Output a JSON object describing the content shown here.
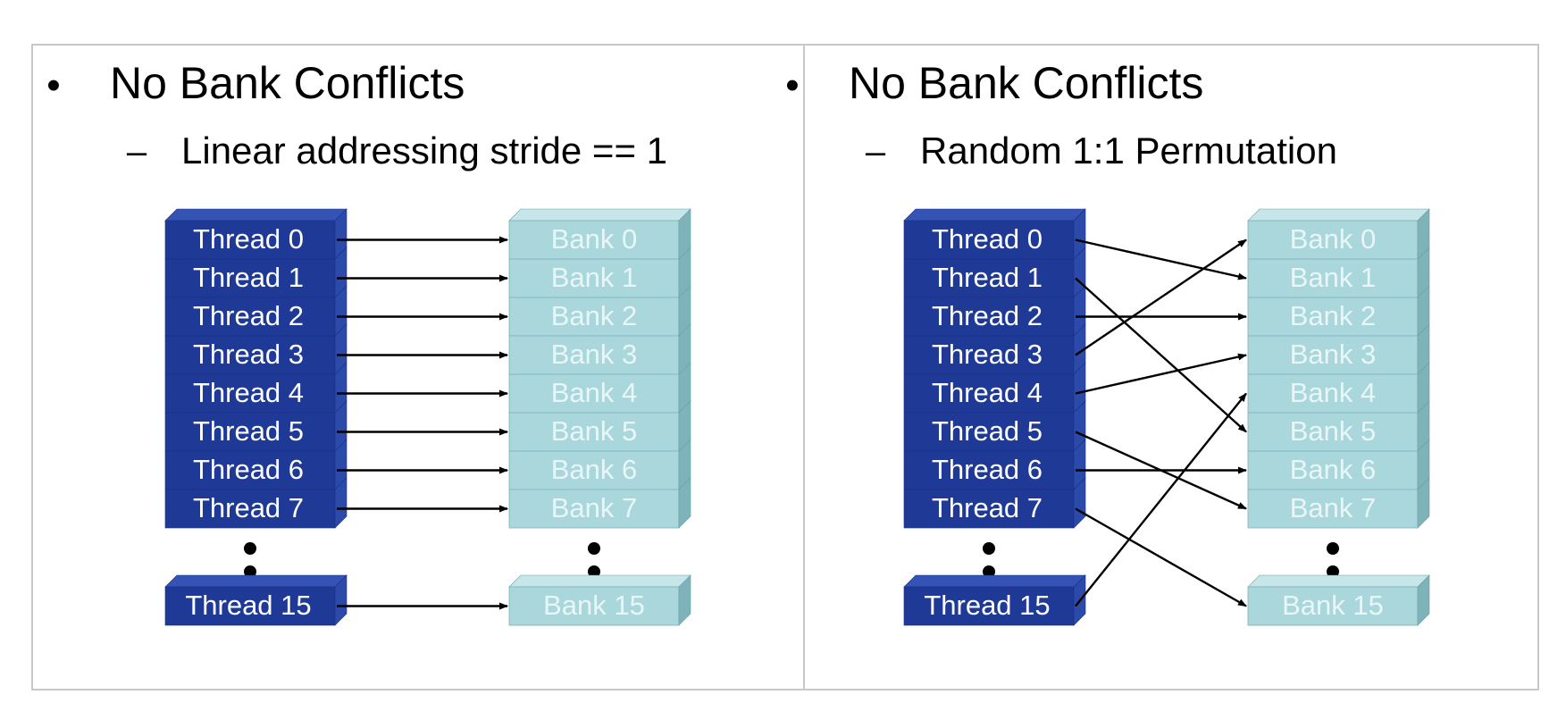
{
  "panels": [
    {
      "bullet": "•",
      "title": "No Bank Conflicts",
      "dash": "–",
      "subtitle": "Linear addressing stride == 1",
      "threads": [
        "Thread 0",
        "Thread 1",
        "Thread 2",
        "Thread 3",
        "Thread 4",
        "Thread 5",
        "Thread 6",
        "Thread 7"
      ],
      "last_thread": "Thread 15",
      "banks": [
        "Bank 0",
        "Bank 1",
        "Bank 2",
        "Bank 3",
        "Bank 4",
        "Bank 5",
        "Bank 6",
        "Bank 7"
      ],
      "last_bank": "Bank 15",
      "mapping": [
        0,
        1,
        2,
        3,
        4,
        5,
        6,
        7
      ],
      "last_mapping": 15
    },
    {
      "bullet": "•",
      "title": "No Bank Conflicts",
      "dash": "–",
      "subtitle": "Random 1:1 Permutation",
      "threads": [
        "Thread 0",
        "Thread 1",
        "Thread 2",
        "Thread 3",
        "Thread 4",
        "Thread 5",
        "Thread 6",
        "Thread 7"
      ],
      "last_thread": "Thread 15",
      "banks": [
        "Bank 0",
        "Bank 1",
        "Bank 2",
        "Bank 3",
        "Bank 4",
        "Bank 5",
        "Bank 6",
        "Bank 7"
      ],
      "last_bank": "Bank 15",
      "mapping": [
        1,
        5,
        2,
        0,
        3,
        7,
        6,
        15
      ],
      "last_mapping": 4
    }
  ],
  "colors": {
    "thread_fill": "#1f3a96",
    "thread_side": "#2c4aaa",
    "thread_top": "#3553b5",
    "bank_fill": "#a9d7dc",
    "bank_side": "#7fb3ba",
    "bank_top": "#c6e6ea",
    "bank_text": "#e9f6f8",
    "frame": "#c8c8c8"
  }
}
